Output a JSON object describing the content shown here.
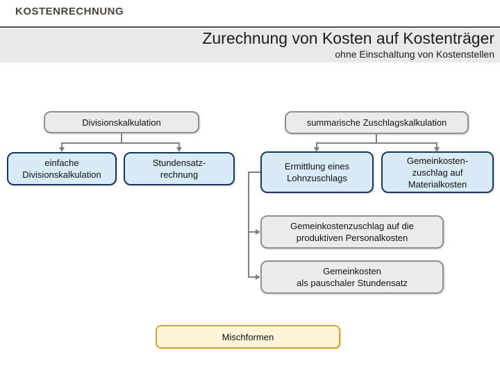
{
  "header": {
    "kicker": "KOSTENRECHNUNG",
    "title": "Zurechnung von Kosten auf Kostenträger",
    "subtitle": "ohne Einschaltung von Kostenstellen"
  },
  "diagram": {
    "division": {
      "label": "Divisionskalkulation"
    },
    "einfache": {
      "label": "einfache\nDivisionskalkulation"
    },
    "stundensatz": {
      "label": "Stundensatz-\nrechnung"
    },
    "summarische": {
      "label": "summarische Zuschlagskalkulation"
    },
    "lohnzuschlag": {
      "label": "Ermittlung eines\nLohnzuschlags"
    },
    "materialkosten": {
      "label": "Gemeinkosten-\nzuschlag auf\nMaterialkosten"
    },
    "personalkosten": {
      "label": "Gemeinkostenzuschlag auf die\nproduktiven Personalkosten"
    },
    "pauschal": {
      "label": "Gemeinkosten\nals pauschaler Stundensatz"
    },
    "mischformen": {
      "label": "Mischformen"
    }
  },
  "colors": {
    "band_bg": "#e9e9e9",
    "kicker_text": "#49413b",
    "node_gray_fill": "#ebebeb",
    "node_gray_border": "#8f8f8f",
    "node_blue_fill": "#d9eaf7",
    "node_blue_border": "#17365d",
    "node_gold_fill": "#fdf3d6",
    "node_gold_border": "#cfa73e",
    "connector": "#808080"
  }
}
